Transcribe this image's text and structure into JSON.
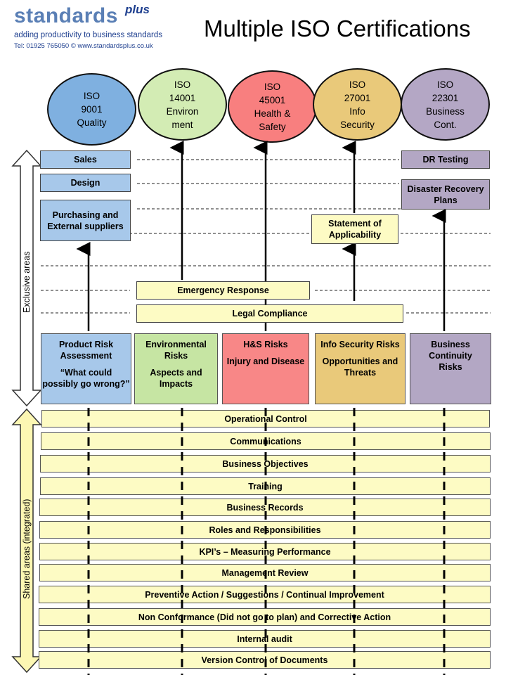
{
  "brand": {
    "name": "standards",
    "name_sup": "plus",
    "tagline": "adding productivity to business standards",
    "contact": "Tel: 01925 765050 © www.standardsplus.co.uk"
  },
  "title": "Multiple ISO Certifications",
  "iso_standards": [
    {
      "lines": [
        "ISO",
        "9001",
        "Quality"
      ],
      "color": "#7fb0e0"
    },
    {
      "lines": [
        "ISO",
        "14001",
        "Environ",
        "ment"
      ],
      "color": "#d3ecb4"
    },
    {
      "lines": [
        "ISO",
        "45001",
        "Health &",
        "Safety"
      ],
      "color": "#f87f7f"
    },
    {
      "lines": [
        "ISO",
        "27001",
        "Info",
        "Security"
      ],
      "color": "#e9c97a"
    },
    {
      "lines": [
        "ISO",
        "22301",
        "Business",
        "Cont."
      ],
      "color": "#b4a7c5"
    }
  ],
  "exclusive": {
    "label": "Exclusive areas",
    "sales": "Sales",
    "design": "Design",
    "purchasing": "Purchasing and External suppliers",
    "dr_testing": "DR Testing",
    "disaster_recovery": "Disaster Recovery Plans",
    "statement": "Statement of Applicability",
    "emergency": "Emergency Response",
    "legal": "Legal Compliance"
  },
  "risks": [
    {
      "title": "Product Risk Assessment",
      "detail": "“What could possibly go wrong?”",
      "color": "#a7c8ea"
    },
    {
      "title": "Environmental Risks",
      "detail": "Aspects and Impacts",
      "color": "#c6e5a3"
    },
    {
      "title": "H&S Risks",
      "detail": "Injury and Disease",
      "color": "#f88787"
    },
    {
      "title": "Info Security Risks",
      "detail": "Opportunities and Threats",
      "color": "#e9c97a"
    },
    {
      "title": "Business Continuity Risks",
      "detail": "",
      "color": "#b3a7c4"
    }
  ],
  "shared": {
    "label": "Shared areas (integrated)",
    "items": [
      "Operational Control",
      "Communications",
      "Business  Objectives",
      "Training",
      "Business  Records",
      "Roles and Responsibilities",
      "KPI’s – Measuring Performance",
      "Management Review",
      "Preventive Action / Suggestions  / Continual Improvement",
      "Non Conformance (Did not go to plan) and Corrective Action",
      "Internal audit",
      "Version Control of Documents"
    ]
  }
}
